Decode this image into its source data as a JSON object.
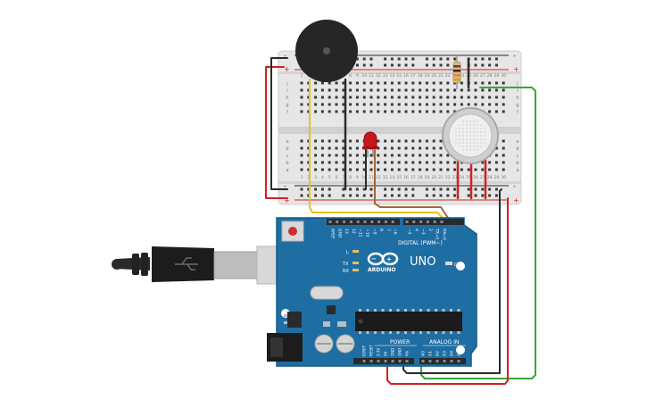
{
  "breadboard": {
    "rail_plus": "+",
    "rail_minus": "-",
    "row_letters_top": [
      "j",
      "i",
      "h",
      "g",
      "f"
    ],
    "row_letters_bottom": [
      "e",
      "d",
      "c",
      "b",
      "a"
    ],
    "column_numbers": [
      "1",
      "2",
      "3",
      "4",
      "5",
      "6",
      "7",
      "8",
      "9",
      "10",
      "11",
      "12",
      "13",
      "14",
      "15",
      "16",
      "17",
      "18",
      "19",
      "20",
      "21",
      "22",
      "23",
      "24",
      "25",
      "26",
      "27",
      "28",
      "29",
      "30"
    ]
  },
  "arduino": {
    "brand": "ARDUINO",
    "model": "UNO",
    "digital_label": "DIGITAL (PWM~)",
    "power_label": "POWER",
    "analog_label": "ANALOG IN",
    "on_label": "ON",
    "led_l": "L",
    "led_tx": "TX",
    "led_rx": "RX",
    "digital_pins": [
      "AREF",
      "GND",
      "13",
      "12",
      "~11",
      "~10",
      "~9",
      "8",
      "7",
      "~6",
      "~5",
      "4",
      "~3",
      "2",
      "TX→1",
      "RX←0"
    ],
    "power_pins": [
      "IOREF",
      "RESET",
      "3.3V",
      "5V",
      "GND",
      "GND",
      "Vin"
    ],
    "analog_pins": [
      "A0",
      "A1",
      "A2",
      "A3",
      "A4",
      "A5"
    ]
  },
  "colors": {
    "board": "#1f6ea3",
    "breadboard": "#e4e4e4",
    "wire_red": "#d42020",
    "wire_black": "#2b2b2b",
    "wire_green": "#3aa53a",
    "wire_yellow": "#e8c21c",
    "wire_brown": "#a0683a"
  },
  "components": [
    "buzzer-icon",
    "resistor-icon",
    "red-led-icon",
    "gas-sensor-icon",
    "usb-cable-icon"
  ]
}
